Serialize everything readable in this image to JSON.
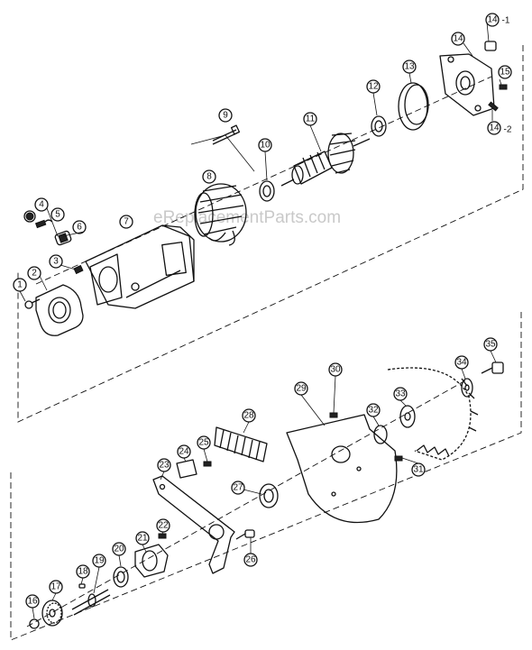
{
  "watermark": "eReplacementParts.com",
  "callouts": [
    {
      "id": "c1",
      "text": "1"
    },
    {
      "id": "c2",
      "text": "2"
    },
    {
      "id": "c3",
      "text": "3"
    },
    {
      "id": "c4",
      "text": "4"
    },
    {
      "id": "c5",
      "text": "5"
    },
    {
      "id": "c6",
      "text": "6"
    },
    {
      "id": "c7",
      "text": "7"
    },
    {
      "id": "c8",
      "text": "8"
    },
    {
      "id": "c9",
      "text": "9"
    },
    {
      "id": "c10",
      "text": "10"
    },
    {
      "id": "c11",
      "text": "11"
    },
    {
      "id": "c12",
      "text": "12"
    },
    {
      "id": "c13",
      "text": "13"
    },
    {
      "id": "c14",
      "text": "14"
    },
    {
      "id": "c14a",
      "text": "14",
      "suffix": "-1"
    },
    {
      "id": "c14b",
      "text": "14",
      "suffix": "-2"
    },
    {
      "id": "c15",
      "text": "15"
    },
    {
      "id": "c16",
      "text": "16"
    },
    {
      "id": "c17",
      "text": "17"
    },
    {
      "id": "c18",
      "text": "18"
    },
    {
      "id": "c19",
      "text": "19"
    },
    {
      "id": "c20",
      "text": "20"
    },
    {
      "id": "c21",
      "text": "21"
    },
    {
      "id": "c22",
      "text": "22"
    },
    {
      "id": "c23",
      "text": "23"
    },
    {
      "id": "c24",
      "text": "24"
    },
    {
      "id": "c25",
      "text": "25"
    },
    {
      "id": "c26",
      "text": "26"
    },
    {
      "id": "c27",
      "text": "27"
    },
    {
      "id": "c28",
      "text": "28"
    },
    {
      "id": "c29",
      "text": "29"
    },
    {
      "id": "c30",
      "text": "30"
    },
    {
      "id": "c31",
      "text": "31"
    },
    {
      "id": "c32",
      "text": "32"
    },
    {
      "id": "c33",
      "text": "33"
    },
    {
      "id": "c34",
      "text": "34"
    },
    {
      "id": "c35",
      "text": "35"
    }
  ]
}
